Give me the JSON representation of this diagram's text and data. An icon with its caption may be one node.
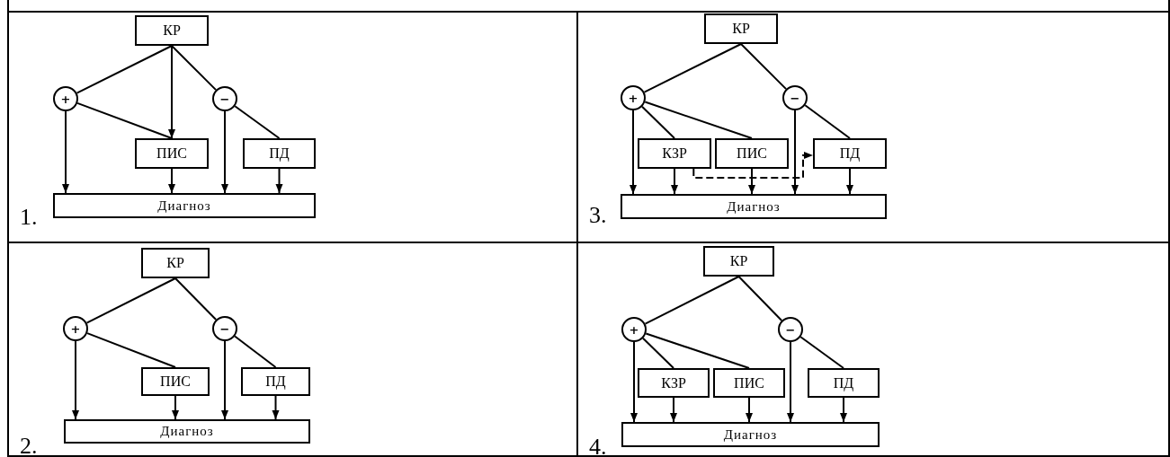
{
  "diagram": {
    "nodes": [
      {
        "text": [
          "КР"
        ]
      },
      {
        "text": [
          "+"
        ]
      },
      {
        "text": [
          "−"
        ]
      },
      {
        "text": [
          "ПИС"
        ]
      },
      {
        "text": [
          "ПД"
        ]
      },
      {
        "text": [
          "Диагноз"
        ]
      },
      {
        "text": [
          "КР"
        ]
      },
      {
        "text": [
          "+"
        ]
      },
      {
        "text": [
          "−"
        ]
      },
      {
        "text": [
          "КЗР"
        ]
      },
      {
        "text": [
          "ПИС"
        ]
      },
      {
        "text": [
          "ПД"
        ]
      },
      {
        "text": [
          "Диагноз"
        ]
      },
      {
        "text": [
          "КР"
        ]
      },
      {
        "text": [
          "+"
        ]
      },
      {
        "text": [
          "−"
        ]
      },
      {
        "text": [
          "ПИС"
        ]
      },
      {
        "text": [
          "ПД"
        ]
      },
      {
        "text": [
          "Диагноз"
        ]
      },
      {
        "text": [
          "КР"
        ]
      },
      {
        "text": [
          "+"
        ]
      },
      {
        "text": [
          "−"
        ]
      },
      {
        "text": [
          "КЗР"
        ]
      },
      {
        "text": [
          "ПИС"
        ]
      },
      {
        "text": [
          "ПД"
        ]
      },
      {
        "text": [
          "Диагноз"
        ]
      }
    ],
    "edges": [
      {
        "from": 0,
        "to": 1,
        "arrow": "none"
      },
      {
        "from": 0,
        "to": 3,
        "arrow": "to"
      },
      {
        "from": 0,
        "to": 2,
        "arrow": "none"
      },
      {
        "from": 1,
        "to": 3,
        "arrow": "none"
      },
      {
        "from": 1,
        "to": 5,
        "arrow": "to"
      },
      {
        "from": 3,
        "to": 5,
        "arrow": "to"
      },
      {
        "from": 2,
        "to": 5,
        "arrow": "to"
      },
      {
        "from": 2,
        "to": 4,
        "arrow": "none"
      },
      {
        "from": 4,
        "to": 5,
        "arrow": "to"
      },
      {
        "from": 6,
        "to": 7,
        "arrow": "none"
      },
      {
        "from": 6,
        "to": 8,
        "arrow": "none"
      },
      {
        "from": 7,
        "to": 9,
        "arrow": "none"
      },
      {
        "from": 7,
        "to": 10,
        "arrow": "none"
      },
      {
        "from": 7,
        "to": 12,
        "arrow": "to"
      },
      {
        "from": 9,
        "to": 12,
        "arrow": "to"
      },
      {
        "from": 10,
        "to": 12,
        "arrow": "to"
      },
      {
        "from": 8,
        "to": 12,
        "arrow": "to"
      },
      {
        "from": 8,
        "to": 11,
        "arrow": "none"
      },
      {
        "from": 11,
        "to": 12,
        "arrow": "to"
      },
      {
        "from": 9,
        "to": 11,
        "arrow": "to",
        "style": "dashed"
      },
      {
        "from": 13,
        "to": 14,
        "arrow": "none"
      },
      {
        "from": 13,
        "to": 15,
        "arrow": "none"
      },
      {
        "from": 14,
        "to": 16,
        "arrow": "none"
      },
      {
        "from": 14,
        "to": 18,
        "arrow": "to"
      },
      {
        "from": 16,
        "to": 18,
        "arrow": "to"
      },
      {
        "from": 15,
        "to": 18,
        "arrow": "to"
      },
      {
        "from": 15,
        "to": 17,
        "arrow": "none"
      },
      {
        "from": 17,
        "to": 18,
        "arrow": "to"
      },
      {
        "from": 19,
        "to": 20,
        "arrow": "none"
      },
      {
        "from": 19,
        "to": 21,
        "arrow": "none"
      },
      {
        "from": 20,
        "to": 22,
        "arrow": "none"
      },
      {
        "from": 20,
        "to": 23,
        "arrow": "none"
      },
      {
        "from": 20,
        "to": 25,
        "arrow": "to"
      },
      {
        "from": 22,
        "to": 25,
        "arrow": "to"
      },
      {
        "from": 23,
        "to": 25,
        "arrow": "to"
      },
      {
        "from": 21,
        "to": 25,
        "arrow": "to"
      },
      {
        "from": 21,
        "to": 24,
        "arrow": "none"
      },
      {
        "from": 24,
        "to": 25,
        "arrow": "to"
      }
    ],
    "labels": [
      "1.",
      "3.",
      "2.",
      "4."
    ]
  }
}
